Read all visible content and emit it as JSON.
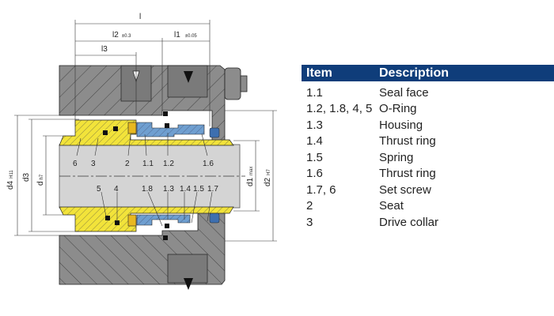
{
  "diagram": {
    "dimensions": {
      "l": "l",
      "l2": "l2",
      "l2_tol": "±0.3",
      "l1": "l1",
      "l1_tol": "±0.05",
      "l3": "l3",
      "d4": "d4",
      "d4_tol": "H11",
      "d3": "d3",
      "d": "d",
      "d_tol": "h7",
      "d1": "d1",
      "d1_tol": "max",
      "d2": "d2",
      "d2_tol": "H7"
    },
    "callouts_top": [
      "6",
      "3",
      "2",
      "1.1",
      "1.2",
      "1.6"
    ],
    "callouts_bottom": [
      "5",
      "4",
      "1.8",
      "1.3",
      "1.4",
      "1.5",
      "1.7"
    ],
    "colors": {
      "housing": "#8c8c8c",
      "shaft": "#d4d4d4",
      "sleeve": "#f2e33a",
      "seat": "#e8b820",
      "rotor": "#6f9fd0"
    }
  },
  "table": {
    "header": {
      "item": "Item",
      "description": "Description"
    },
    "rows": [
      {
        "item": "1.1",
        "description": "Seal face"
      },
      {
        "item": "1.2, 1.8, 4, 5",
        "description": "O-Ring"
      },
      {
        "item": "1.3",
        "description": "Housing"
      },
      {
        "item": "1.4",
        "description": "Thrust ring"
      },
      {
        "item": "1.5",
        "description": "Spring"
      },
      {
        "item": "1.6",
        "description": "Thrust ring"
      },
      {
        "item": "1.7, 6",
        "description": "Set screw"
      },
      {
        "item": "2",
        "description": "Seat"
      },
      {
        "item": "3",
        "description": "Drive collar"
      }
    ]
  }
}
